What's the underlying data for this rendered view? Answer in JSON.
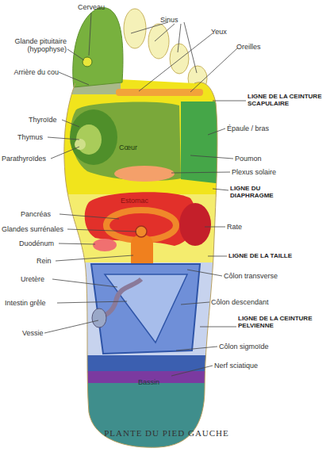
{
  "diagram": {
    "caption": "PLANTE DU PIED GAUCHE",
    "labels": [
      "Cerveau",
      "Sinus",
      "Yeux",
      "Oreilles",
      "Glande pituitaire (hypophyse)",
      "Arrière du cou",
      "LIGNE DE LA CEINTURE SCAPULAIRE",
      "Thyroïde",
      "Thymus",
      "Cœur",
      "Épaule / bras",
      "Parathyroïdes",
      "Poumon",
      "Plexus solaire",
      "LIGNE DU DIAPHRAGME",
      "Estomac",
      "Pancréas",
      "Rate",
      "Glandes surrénales",
      "Duodénum",
      "Rein",
      "LIGNE DE LA TAILLE",
      "Uretère",
      "Côlon transverse",
      "Intestin grêle",
      "Côlon descendant",
      "LIGNE DE LA CEINTURE PELVIENNE",
      "Vessie",
      "Côlon sigmoïde",
      "Nerf sciatique",
      "Bassin"
    ]
  }
}
